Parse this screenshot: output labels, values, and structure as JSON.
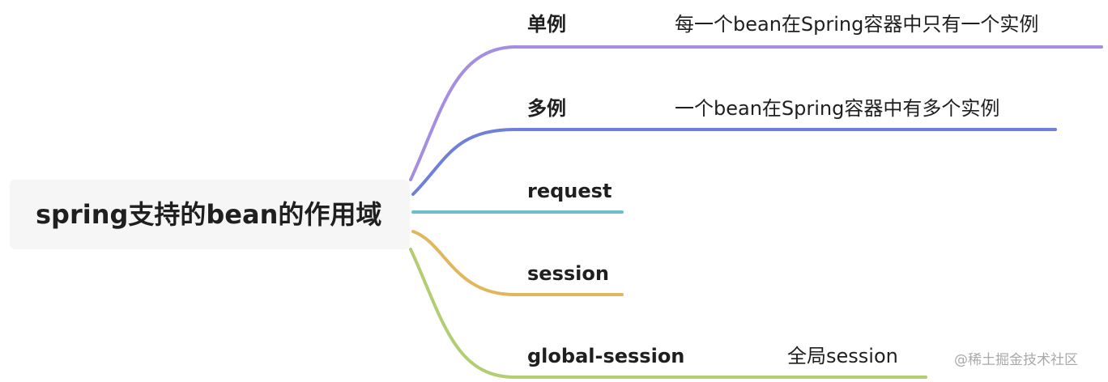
{
  "root": {
    "label": "spring支持的bean的作用域"
  },
  "branches": [
    {
      "label": "单例",
      "detail": "每一个bean在Spring容器中只有一个实例",
      "color": "#a58ee0"
    },
    {
      "label": "多例",
      "detail": "一个bean在Spring容器中有多个实例",
      "color": "#6f80d8"
    },
    {
      "label": "request",
      "detail": "",
      "color": "#6cc0c8"
    },
    {
      "label": "session",
      "detail": "",
      "color": "#e2b75c"
    },
    {
      "label": "global-session",
      "detail": "全局session",
      "color": "#b3cd73"
    }
  ],
  "watermark": "@稀土掘金技术社区"
}
